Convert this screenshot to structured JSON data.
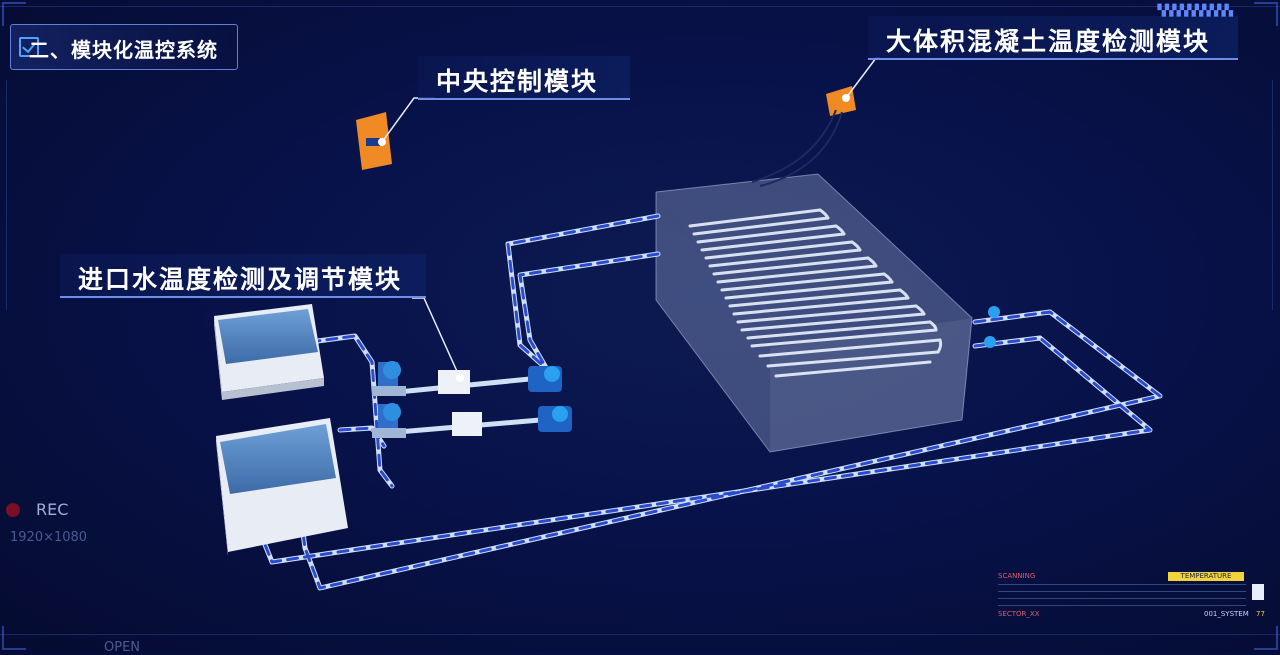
{
  "section": {
    "title": "二、模块化温控系统"
  },
  "labels": {
    "central": "中央控制模块",
    "concrete": "大体积混凝土温度检测模块",
    "inlet": "进口水温度检测及调节模块"
  },
  "rec": {
    "label": "REC",
    "resolution": "1920×1080"
  },
  "footer": {
    "open": "OPEN"
  },
  "status_panel": {
    "scanning": "SCANNING",
    "temperature": "TEMPERATURE",
    "sector": "SECTOR_XX",
    "system": "001_SYSTEM",
    "number": "77"
  },
  "colors": {
    "background": "#08124a",
    "accent": "#4fa3ff",
    "module_orange": "#f08a24",
    "pipe_dash": "#2a4bd0",
    "pipe_base": "#cfe0f5",
    "temperature_badge": "#f2d43a"
  },
  "icons": [
    "check-icon",
    "record-dot-icon",
    "document-icon"
  ]
}
